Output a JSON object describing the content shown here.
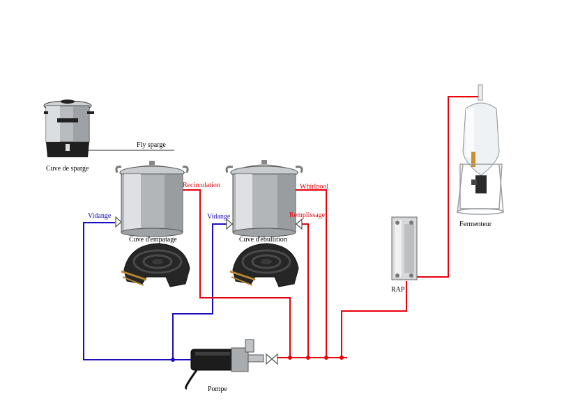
{
  "colors": {
    "hot": "#e8000b",
    "cold": "#1a0dbf",
    "neutral": "#555555",
    "steel": "#b9bcbf",
    "black": "#1a1a1a"
  },
  "labels": {
    "sparge_tank": "Cuve de sparge",
    "fly_sparge": "Fly sparge",
    "mash_tun": "Cuve d'empatage",
    "boil_kettle": "Cuve d'ébullition",
    "pump": "Pompe",
    "chiller": "RAP",
    "fermenter": "Fermenteur",
    "recirculation": "Recirculation",
    "whirlpool": "Whirlpool",
    "remplissage": "Remplissage",
    "vidange_mash": "Vidange",
    "vidange_boil": "Vidange"
  }
}
